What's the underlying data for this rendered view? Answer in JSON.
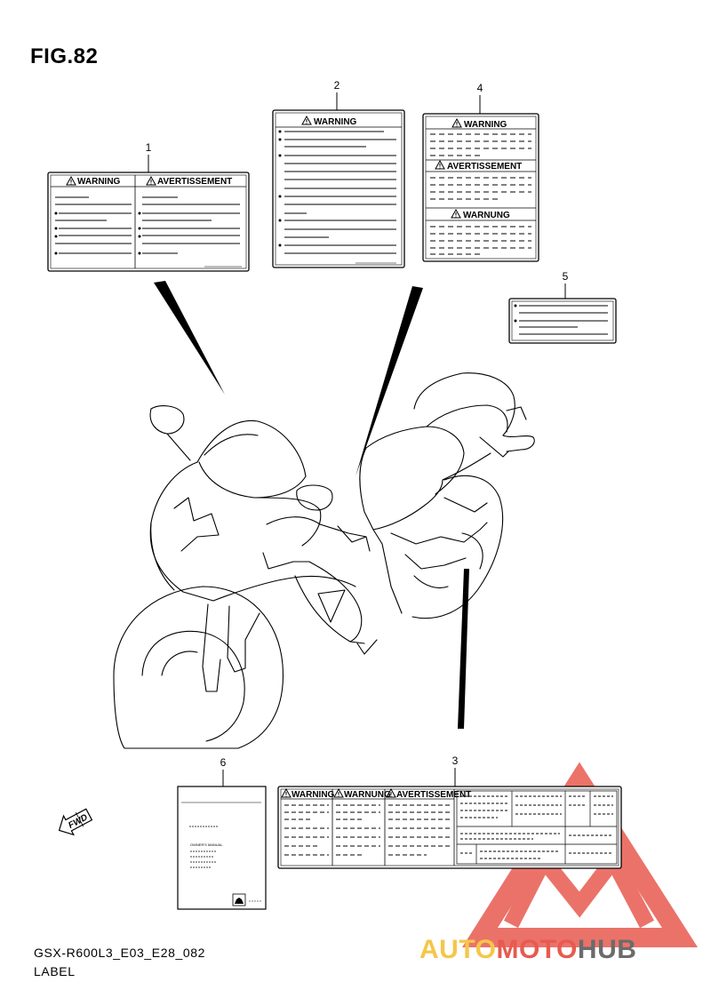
{
  "figure": {
    "title": "FIG.82",
    "code": "GSX-R600L3_E03_E28_082",
    "caption": "LABEL"
  },
  "callouts": [
    "1",
    "2",
    "3",
    "4",
    "5",
    "6"
  ],
  "labels": {
    "warning": "WARNING",
    "avertissement": "AVERTISSEMENT",
    "warnung": "WARNUNG",
    "manual_title": "OWNER'S MANUAL"
  },
  "fwd_arrow": "FWD",
  "watermark": {
    "part1": "AUTO",
    "part2": "MOTO",
    "part3": "HUB",
    "colors": {
      "part1": "#f5c64a",
      "part2": "#e85a4f",
      "part3": "#6b6b6b",
      "triangle": "#e85a4f"
    }
  },
  "icons": {
    "warning_triangle": "warning-triangle-icon",
    "arrow": "fwd-arrow-icon"
  }
}
